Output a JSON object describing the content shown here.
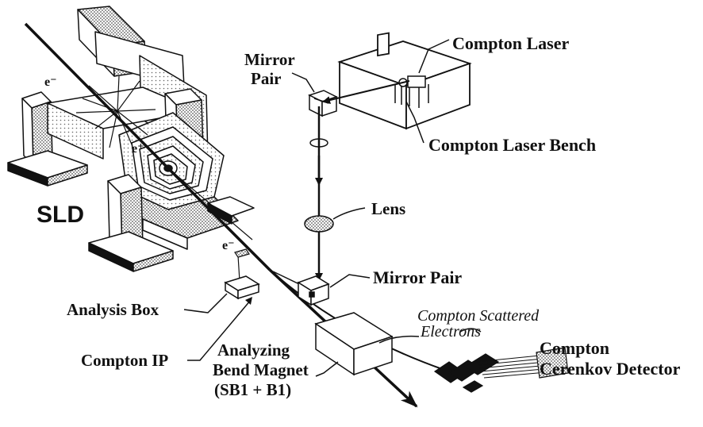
{
  "labels": {
    "compton_laser": "Compton Laser",
    "mirror_pair_top_1": "Mirror",
    "mirror_pair_top_2": "Pair",
    "compton_laser_bench": "Compton Laser Bench",
    "sld": "SLD",
    "lens": "Lens",
    "mirror_pair_bottom": "Mirror Pair",
    "analysis_box": "Analysis Box",
    "compton_scattered_1": "Compton Scattered",
    "compton_scattered_2": "Electrons",
    "compton_ip": "Compton IP",
    "analyzing_1": "Analyzing",
    "analyzing_2": "Bend Magnet",
    "analyzing_3": "(SB1 + B1)",
    "cerenkov_1": "Compton",
    "cerenkov_2": "Cerenkov Detector",
    "electron_1": "e⁻",
    "electron_2": "e⁺",
    "electron_3": "e⁻"
  },
  "colors": {
    "ink": "#111111",
    "stipple": "#8a8a8a",
    "paper": "#ffffff"
  }
}
